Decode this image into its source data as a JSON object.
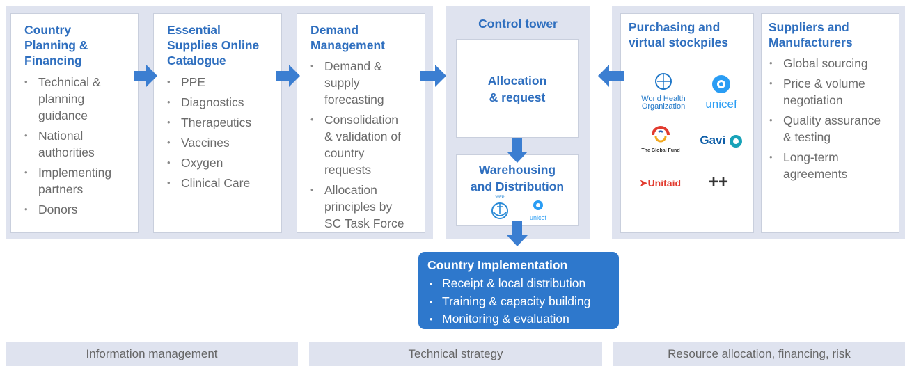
{
  "colors": {
    "panel": "#dfe3ef",
    "title_blue": "#2f6fbf",
    "arrow_blue": "#3b7ed1",
    "implementation_box": "#2e78cc",
    "bullet_text": "#6b6b6b"
  },
  "box1": {
    "title": "Country\nPlanning &\nFinancing",
    "items": [
      "Technical &\nplanning\nguidance",
      "National\nauthorities",
      "Implementing\npartners",
      "Donors"
    ]
  },
  "box2": {
    "title": "Essential\nSupplies Online\nCatalogue",
    "items": [
      "PPE",
      "Diagnostics",
      "Therapeutics",
      "Vaccines",
      "Oxygen",
      "Clinical Care"
    ]
  },
  "box3": {
    "title": "Demand\nManagement",
    "items": [
      "Demand &\nsupply\nforecasting",
      "Consolidation\n& validation of\ncountry\nrequests",
      "Allocation\nprinciples by\nSC Task Force"
    ]
  },
  "control_tower": {
    "title": "Control tower",
    "allocation": "Allocation\n& request",
    "warehousing": "Warehousing\nand Distribution",
    "logos": {
      "wfp": "WFP",
      "unicef": "unicef"
    }
  },
  "purchasing": {
    "title": "Purchasing and\nvirtual stockpiles",
    "logos": {
      "who": "World Health\nOrganization",
      "unicef": "unicef",
      "global_fund": "The Global Fund",
      "gavi": "Gavi",
      "unitaid": "Unitaid",
      "more": "++"
    }
  },
  "suppliers": {
    "title": "Suppliers and\nManufacturers",
    "items": [
      "Global sourcing",
      "Price & volume\nnegotiation",
      "Quality assurance\n& testing",
      "Long-term\nagreements"
    ]
  },
  "implementation": {
    "title": "Country Implementation",
    "items": [
      "Receipt & local distribution",
      "Training & capacity building",
      "Monitoring & evaluation"
    ]
  },
  "bottom": {
    "left": "Information management",
    "middle": "Technical strategy",
    "right": "Resource allocation, financing, risk"
  }
}
